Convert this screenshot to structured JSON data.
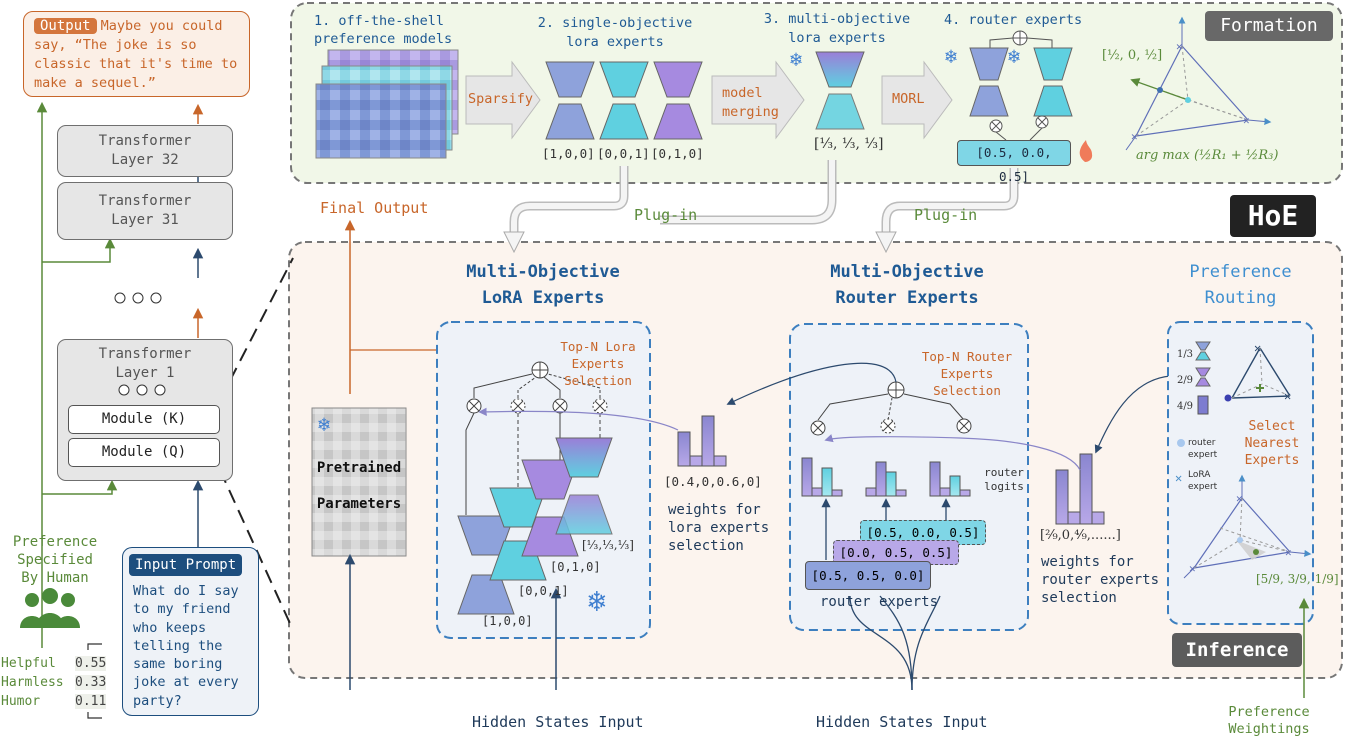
{
  "left": {
    "output_tag": "Output",
    "output_text": "Maybe you could say, “The joke is so classic that it's time to make a sequel.”",
    "layer32": [
      "Transformer",
      "Layer 32"
    ],
    "layer31": [
      "Transformer",
      "Layer 31"
    ],
    "layer1": [
      "Transformer",
      "Layer 1"
    ],
    "module_k": "Module (K)",
    "module_q": "Module (Q)",
    "pref_label": [
      "Preference",
      "Specified",
      "By Human"
    ],
    "prefs": [
      {
        "name": "Helpful",
        "value": "0.55"
      },
      {
        "name": "Harmless",
        "value": "0.33"
      },
      {
        "name": "Humor",
        "value": "0.11"
      }
    ],
    "input_tag": "Input Prompt",
    "input_text": [
      "What do I say",
      "to my friend",
      "who keeps",
      "telling the",
      "same boring",
      "joke at every",
      "party?"
    ]
  },
  "formation": {
    "badge": "Formation",
    "step1": [
      "1. off-the-shell",
      "preference models"
    ],
    "step2": [
      "2. single-objective",
      "lora experts"
    ],
    "step3": [
      "3. multi-objective",
      "lora experts"
    ],
    "step4": "4. router experts",
    "arrow_sparsify": "Sparsify",
    "arrow_merging": [
      "model",
      "merging"
    ],
    "arrow_morl": "MORL",
    "vec_single": [
      "[1,0,0]",
      "[0,0,1]",
      "[0,1,0]"
    ],
    "router_vec": "[0.5, 0.0, 0.5]",
    "tri_point": "[½, 0, ½]",
    "argmax": "arg max (½R₁ + ½R₃)"
  },
  "plugin_left": "Plug-in",
  "plugin_right": "Plug-in",
  "hoe_badge": "HoE",
  "final_output": "Final Output",
  "inference": {
    "badge": "Inference",
    "pretrained": [
      "Pretrained",
      "Parameters"
    ],
    "lora_title": [
      "Multi-Objective",
      "LoRA Experts"
    ],
    "lora_topn": [
      "Top-N Lora",
      "Experts",
      "Selection"
    ],
    "lora_vecs": [
      "[1,0,0]",
      "[0,0,1]",
      "[0,1,0]",
      "[⅓,⅓,⅓]"
    ],
    "lora_weights_vec": "[0.4,0,0.6,0]",
    "lora_weights_label": [
      "weights for",
      "lora experts",
      "selection"
    ],
    "router_title": [
      "Multi-Objective",
      "Router Experts"
    ],
    "router_topn": [
      "Top-N Router",
      "Experts",
      "Selection"
    ],
    "router_logits": [
      "router",
      "logits"
    ],
    "router_vecs": [
      "[0.5, 0.0, 0.5]",
      "[0.0, 0.5, 0.5]",
      "[0.5, 0.5, 0.0]"
    ],
    "router_experts_label": "router experts",
    "router_weights_vec": "[²⁄₉,0,⁴⁄₉,......]",
    "router_weights_label": [
      "weights for",
      "router experts",
      "selection"
    ],
    "routing_title": [
      "Preference",
      "Routing"
    ],
    "routing_fracs": [
      "1/3",
      "2/9",
      "4/9"
    ],
    "select_nearest": [
      "Select",
      "Nearest",
      "Experts"
    ],
    "legend_router": [
      "router",
      "expert"
    ],
    "legend_lora": [
      "LoRA",
      "expert"
    ],
    "routing_point": "[5/9, 3/9, 1/9]",
    "hidden_input_left": "Hidden States Input",
    "hidden_input_right": "Hidden States Input",
    "pref_weightings": [
      "Preference",
      "Weightings"
    ]
  },
  "colors": {
    "blue_title": "#1f5a94",
    "light_blue_title": "#3f8fd0",
    "orange": "#c8662a",
    "green": "#5a8a3a",
    "navy": "#1d4e7e"
  }
}
